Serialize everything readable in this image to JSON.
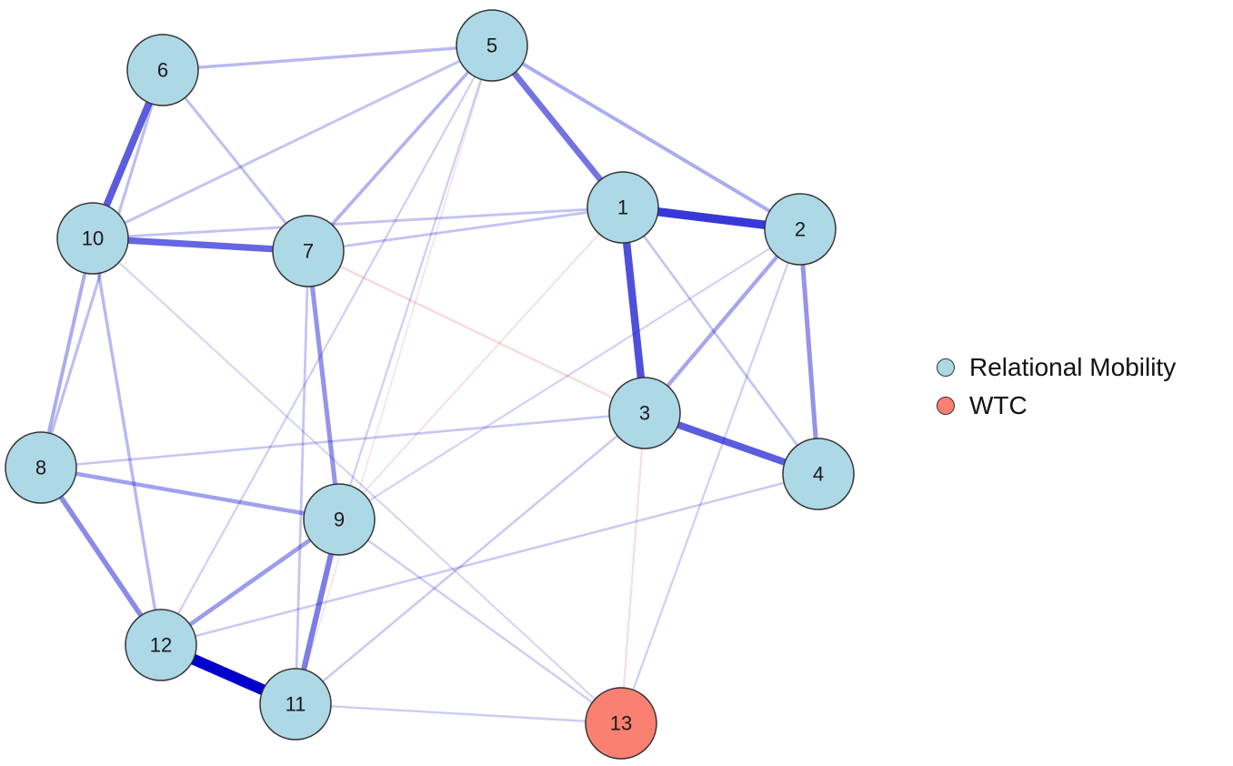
{
  "network": {
    "nodes": [
      {
        "id": "1",
        "group": "Relational Mobility"
      },
      {
        "id": "2",
        "group": "Relational Mobility"
      },
      {
        "id": "3",
        "group": "Relational Mobility"
      },
      {
        "id": "4",
        "group": "Relational Mobility"
      },
      {
        "id": "5",
        "group": "Relational Mobility"
      },
      {
        "id": "6",
        "group": "Relational Mobility"
      },
      {
        "id": "7",
        "group": "Relational Mobility"
      },
      {
        "id": "8",
        "group": "Relational Mobility"
      },
      {
        "id": "9",
        "group": "Relational Mobility"
      },
      {
        "id": "10",
        "group": "Relational Mobility"
      },
      {
        "id": "11",
        "group": "Relational Mobility"
      },
      {
        "id": "12",
        "group": "Relational Mobility"
      },
      {
        "id": "13",
        "group": "WTC"
      }
    ],
    "edges": [
      {
        "from": "12",
        "to": "11",
        "strength": 1.0,
        "sign": "positive"
      },
      {
        "from": "1",
        "to": "2",
        "strength": 0.75,
        "sign": "positive"
      },
      {
        "from": "1",
        "to": "3",
        "strength": 0.65,
        "sign": "positive"
      },
      {
        "from": "3",
        "to": "4",
        "strength": 0.6,
        "sign": "positive"
      },
      {
        "from": "6",
        "to": "10",
        "strength": 0.6,
        "sign": "positive"
      },
      {
        "from": "10",
        "to": "7",
        "strength": 0.55,
        "sign": "positive"
      },
      {
        "from": "5",
        "to": "1",
        "strength": 0.5,
        "sign": "positive"
      },
      {
        "from": "9",
        "to": "11",
        "strength": 0.45,
        "sign": "positive"
      },
      {
        "from": "8",
        "to": "12",
        "strength": 0.4,
        "sign": "positive"
      },
      {
        "from": "7",
        "to": "9",
        "strength": 0.35,
        "sign": "positive"
      },
      {
        "from": "2",
        "to": "4",
        "strength": 0.35,
        "sign": "positive"
      },
      {
        "from": "9",
        "to": "12",
        "strength": 0.32,
        "sign": "positive"
      },
      {
        "from": "8",
        "to": "9",
        "strength": 0.3,
        "sign": "positive"
      },
      {
        "from": "2",
        "to": "3",
        "strength": 0.28,
        "sign": "positive"
      },
      {
        "from": "10",
        "to": "8",
        "strength": 0.25,
        "sign": "positive"
      },
      {
        "from": "5",
        "to": "2",
        "strength": 0.25,
        "sign": "positive"
      },
      {
        "from": "5",
        "to": "7",
        "strength": 0.22,
        "sign": "positive"
      },
      {
        "from": "6",
        "to": "5",
        "strength": 0.2,
        "sign": "positive"
      },
      {
        "from": "10",
        "to": "12",
        "strength": 0.2,
        "sign": "positive"
      },
      {
        "from": "6",
        "to": "8",
        "strength": 0.18,
        "sign": "positive"
      },
      {
        "from": "6",
        "to": "7",
        "strength": 0.17,
        "sign": "positive"
      },
      {
        "from": "5",
        "to": "10",
        "strength": 0.16,
        "sign": "positive"
      },
      {
        "from": "10",
        "to": "1",
        "strength": 0.15,
        "sign": "positive"
      },
      {
        "from": "7",
        "to": "1",
        "strength": 0.15,
        "sign": "positive"
      },
      {
        "from": "7",
        "to": "11",
        "strength": 0.14,
        "sign": "positive"
      },
      {
        "from": "1",
        "to": "4",
        "strength": 0.14,
        "sign": "positive"
      },
      {
        "from": "8",
        "to": "3",
        "strength": 0.13,
        "sign": "positive"
      },
      {
        "from": "12",
        "to": "4",
        "strength": 0.12,
        "sign": "positive"
      },
      {
        "from": "11",
        "to": "3",
        "strength": 0.12,
        "sign": "positive"
      },
      {
        "from": "11",
        "to": "13",
        "strength": 0.11,
        "sign": "positive"
      },
      {
        "from": "9",
        "to": "13",
        "strength": 0.11,
        "sign": "positive"
      },
      {
        "from": "5",
        "to": "9",
        "strength": 0.1,
        "sign": "positive"
      },
      {
        "from": "5",
        "to": "12",
        "strength": 0.1,
        "sign": "positive"
      },
      {
        "from": "2",
        "to": "13",
        "strength": 0.1,
        "sign": "positive"
      },
      {
        "from": "9",
        "to": "2",
        "strength": 0.09,
        "sign": "positive"
      },
      {
        "from": "10",
        "to": "13",
        "strength": 0.08,
        "sign": "positive"
      },
      {
        "from": "7",
        "to": "3",
        "strength": 0.12,
        "sign": "negative"
      },
      {
        "from": "3",
        "to": "13",
        "strength": 0.1,
        "sign": "negative"
      },
      {
        "from": "1",
        "to": "9",
        "strength": 0.09,
        "sign": "negative"
      },
      {
        "from": "5",
        "to": "11",
        "strength": 0.07,
        "sign": "negative"
      }
    ]
  },
  "legend": {
    "items": [
      {
        "label": "Relational Mobility",
        "color": "#add8e6"
      },
      {
        "label": "WTC",
        "color": "#fa8072"
      }
    ]
  },
  "colors": {
    "relational_mobility": "#add8e6",
    "wtc": "#fa8072",
    "positive_edge": "#0000cd",
    "negative_edge": "#cd5c5c",
    "node_border": "#333333"
  }
}
